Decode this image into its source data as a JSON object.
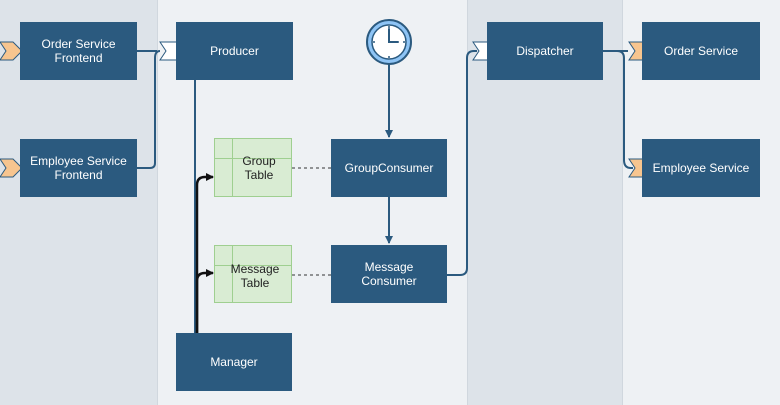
{
  "nodes": {
    "order_frontend": "Order Service Frontend",
    "employee_frontend": "Employee Service Frontend",
    "producer": "Producer",
    "group_consumer": "GroupConsumer",
    "message_consumer": "Message Consumer",
    "manager": "Manager",
    "dispatcher": "Dispatcher",
    "order_service": "Order Service",
    "employee_service": "Employee Service"
  },
  "tables": {
    "group_table": "Group Table",
    "message_table": "Message Table"
  },
  "icons": {
    "clock": "clock-icon",
    "chevron": "chevron-right-icon"
  },
  "colors": {
    "node_fill": "#2b5a7f",
    "edge": "#2b5a7f",
    "table_fill": "#d9ecd3",
    "table_border": "#9fcf90",
    "chevron_fill": "#f7c58f",
    "clock_fill": "#8ec4f5"
  }
}
